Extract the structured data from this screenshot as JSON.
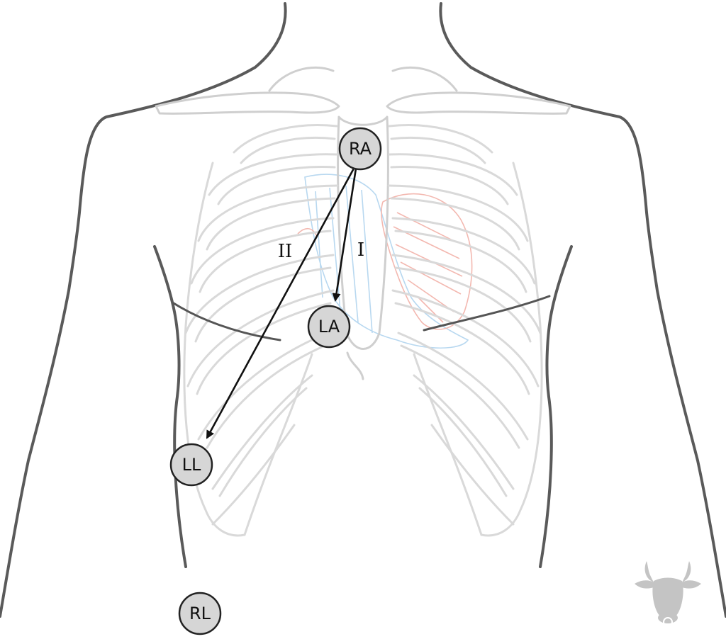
{
  "electrodes": {
    "ra": "RA",
    "la": "LA",
    "ll": "LL",
    "rl": "RL"
  },
  "leads": {
    "lead_i": "I",
    "lead_ii": "II"
  },
  "colors": {
    "outline": "#5a5a5a",
    "ribs": "#d9d9d9",
    "electrode_fill": "#d6d6d6",
    "heart_right": "#f3b8b0",
    "heart_left": "#b8d8f0",
    "logo": "#c4c4c4"
  },
  "icons": {
    "watermark": "bull-head-logo-icon"
  }
}
